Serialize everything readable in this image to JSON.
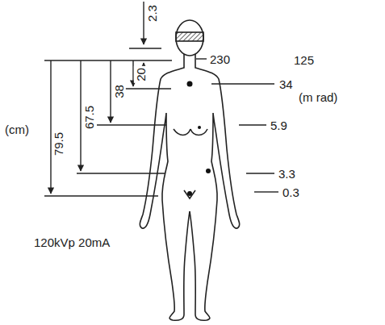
{
  "diagram": {
    "labels": [
      "2.3",
      "230",
      "125",
      "20",
      "34",
      "38",
      "(m rad)",
      "(cm)",
      "67.5",
      "5.9",
      "79.5",
      "3.3",
      "0.3",
      "120kVp 20mA"
    ]
  }
}
